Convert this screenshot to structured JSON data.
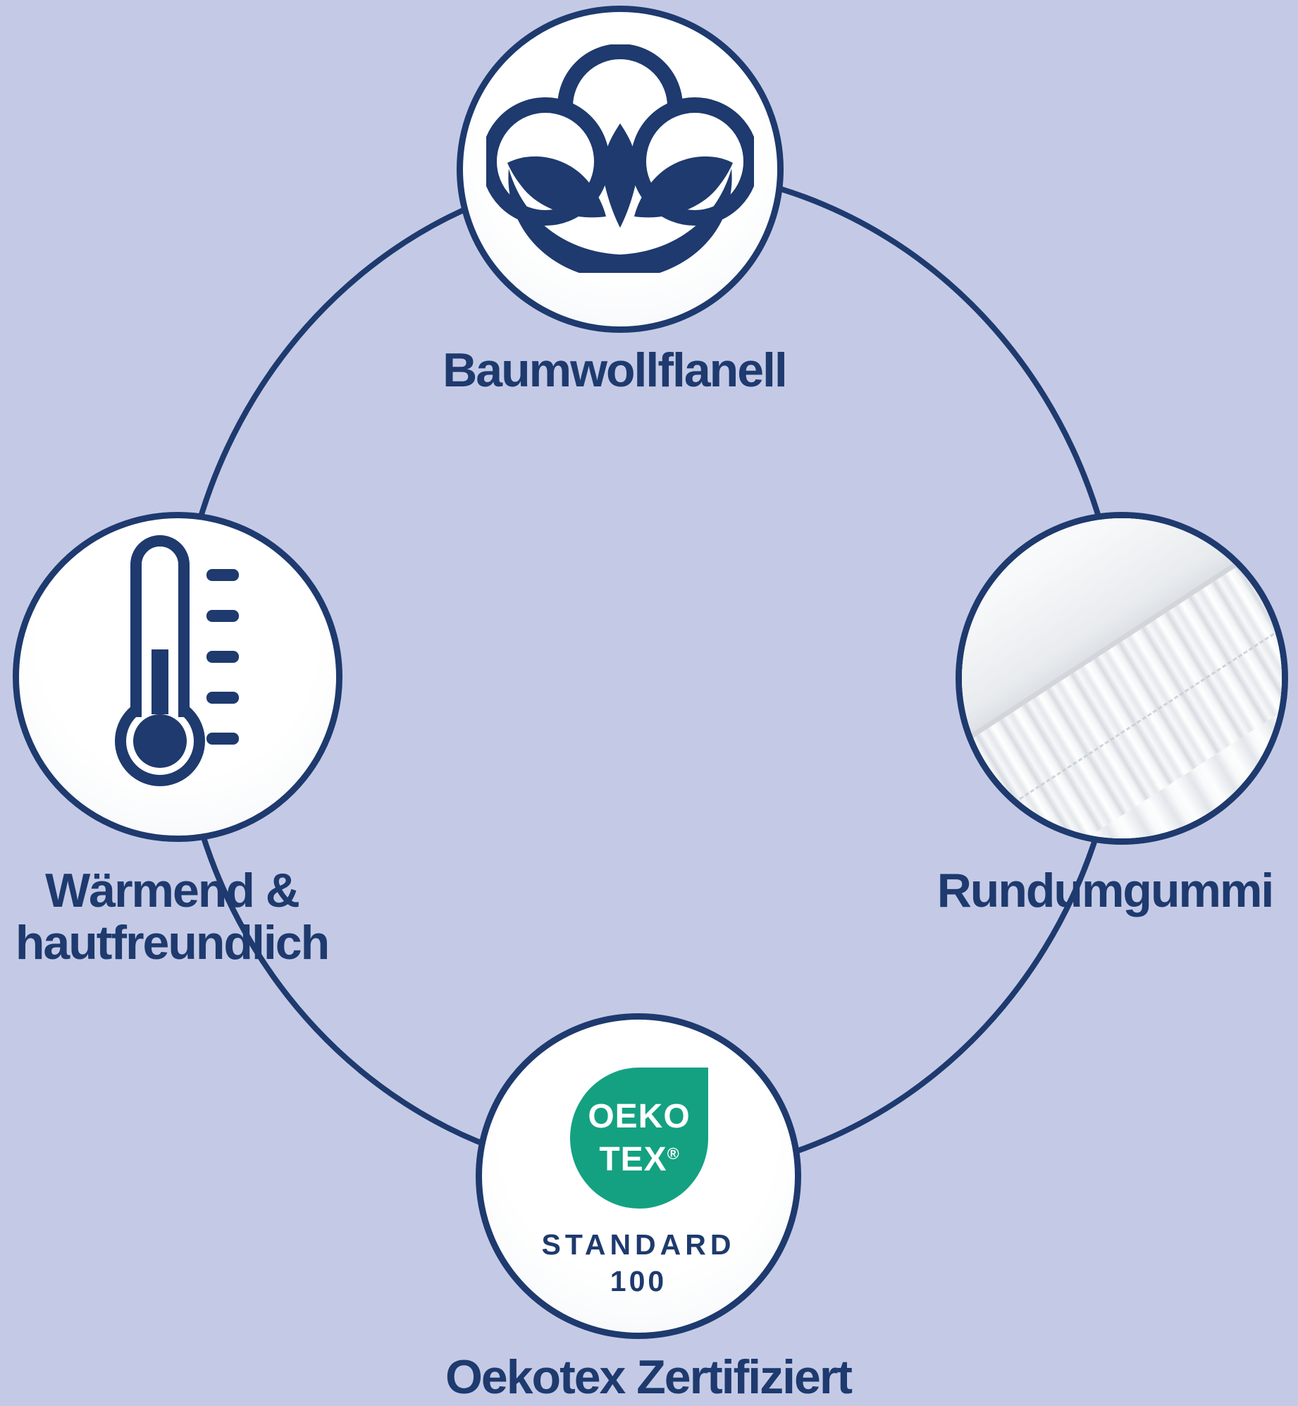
{
  "colors": {
    "bg": "#c4cae6",
    "navy": "#1e3a6e",
    "green": "#14a181",
    "white": "#ffffff"
  },
  "diagram": {
    "top": {
      "icon": "cotton-flower-icon",
      "label": "Baumwollflanell"
    },
    "left": {
      "icon": "thermometer-icon",
      "label_line1": "Wärmend &",
      "label_line2": "hautfreundlich"
    },
    "right": {
      "icon": "fitted-sheet-photo",
      "label": "Rundumgummi"
    },
    "bottom": {
      "icon": "oekotex-logo",
      "label": "Oekotex Zertifiziert",
      "oekotex_logo": {
        "word1": "OEKO",
        "word2": "TEX",
        "registered": "®",
        "standard": "STANDARD",
        "number": "100"
      }
    }
  }
}
